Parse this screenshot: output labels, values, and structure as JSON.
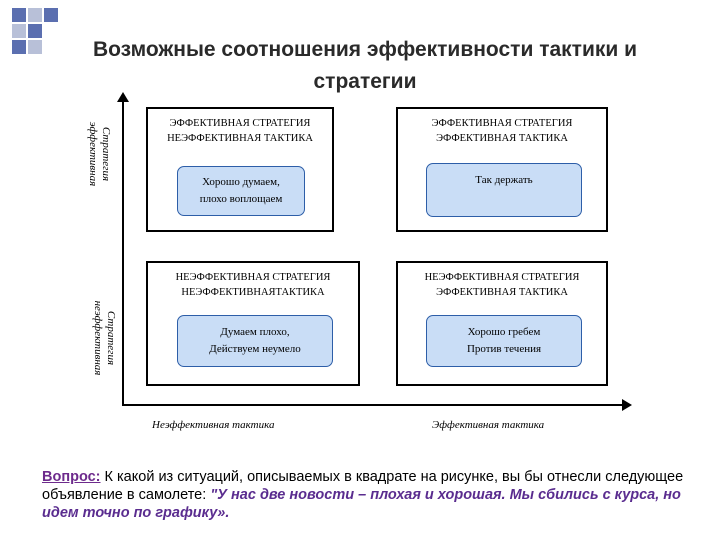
{
  "title": "Возможные соотношения эффективности тактики и стратегии",
  "y_axis": {
    "top_label_line1": "Стратегия",
    "top_label_line2": "эффективная",
    "bottom_label_line1": "Стратегия",
    "bottom_label_line2": "неэффективная"
  },
  "x_axis": {
    "left_label": "Неэффективная тактика",
    "right_label": "Эффективная тактика"
  },
  "quadrants": {
    "top_left": {
      "line1": "ЭФФЕКТИВНАЯ СТРАТЕГИЯ",
      "line2": "НЕЭФФЕКТИВНАЯ ТАКТИКА",
      "box_line1": "Хорошо думаем,",
      "box_line2": "плохо воплощаем"
    },
    "top_right": {
      "line1": "ЭФФЕКТИВНАЯ СТРАТЕГИЯ",
      "line2": "ЭФФЕКТИВНАЯ ТАКТИКА",
      "box_line1": "Так держать",
      "box_line2": ""
    },
    "bottom_left": {
      "line1": "НЕЭФФЕКТИВНАЯ СТРАТЕГИЯ",
      "line2": "НЕЭФФЕКТИВНАЯТАКТИКА",
      "box_line1": "Думаем плохо,",
      "box_line2": "Действуем неумело"
    },
    "bottom_right": {
      "line1": "НЕЭФФЕКТИВНАЯ СТРАТЕГИЯ",
      "line2": "ЭФФЕКТИВНАЯ ТАКТИКА",
      "box_line1": "Хорошо гребем",
      "box_line2": "Против течения"
    }
  },
  "question": {
    "label": "Вопрос:",
    "text": " К какой из  ситуаций, описываемых в квадрате на рисунке, вы бы отнесли следующее объявление в самолете: ",
    "quote": "\"У нас две новости – плохая и хорошая. Мы сбились с курса, но идем точно по графику»."
  },
  "colors": {
    "corner_blue": "#5b6fb0",
    "corner_gray": "#b8c0d8",
    "pill_fill": "#c9ddf6",
    "pill_border": "#2d5ea8",
    "question_accent": "#6d2a8c"
  }
}
